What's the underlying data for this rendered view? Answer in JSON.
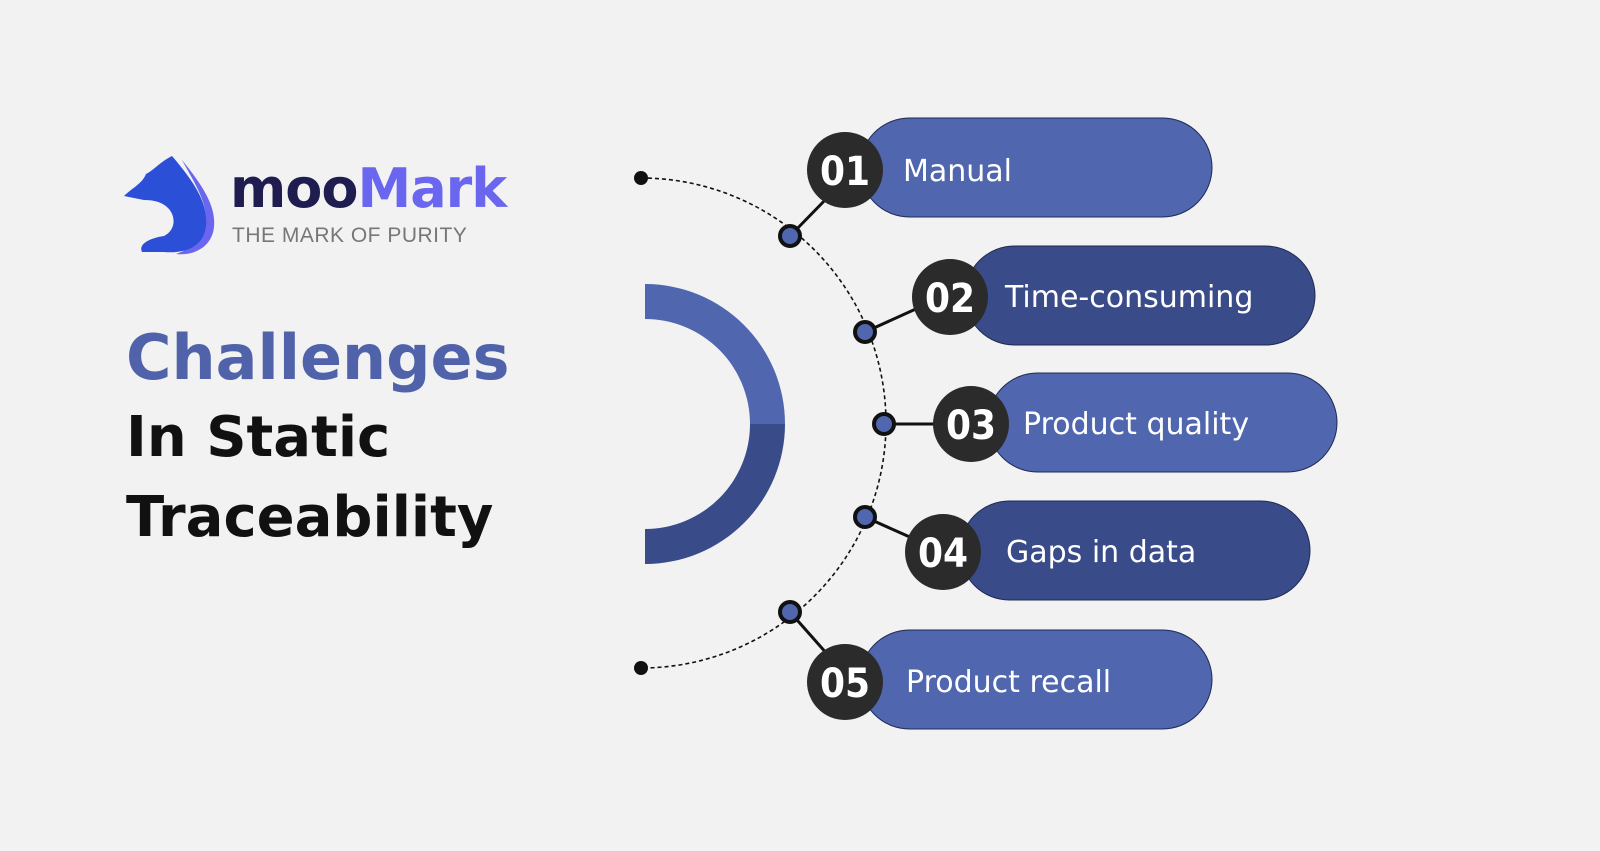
{
  "logo": {
    "brand_part1": "moo",
    "brand_part2": "Mark",
    "tagline": "THE MARK OF PURITY"
  },
  "title": {
    "line1": "Challenges",
    "line2": "In Static",
    "line3": "Traceability"
  },
  "items": [
    {
      "number": "01",
      "label": "Manual"
    },
    {
      "number": "02",
      "label": "Time-consuming"
    },
    {
      "number": "03",
      "label": "Product quality"
    },
    {
      "number": "04",
      "label": "Gaps in data"
    },
    {
      "number": "05",
      "label": "Product recall"
    }
  ],
  "colors": {
    "background": "#f2f2f2",
    "pill_light": "#5066ae",
    "pill_dark": "#3a4b8a",
    "number_circle": "#2b2b2b",
    "title_accent": "#4f62aa"
  }
}
